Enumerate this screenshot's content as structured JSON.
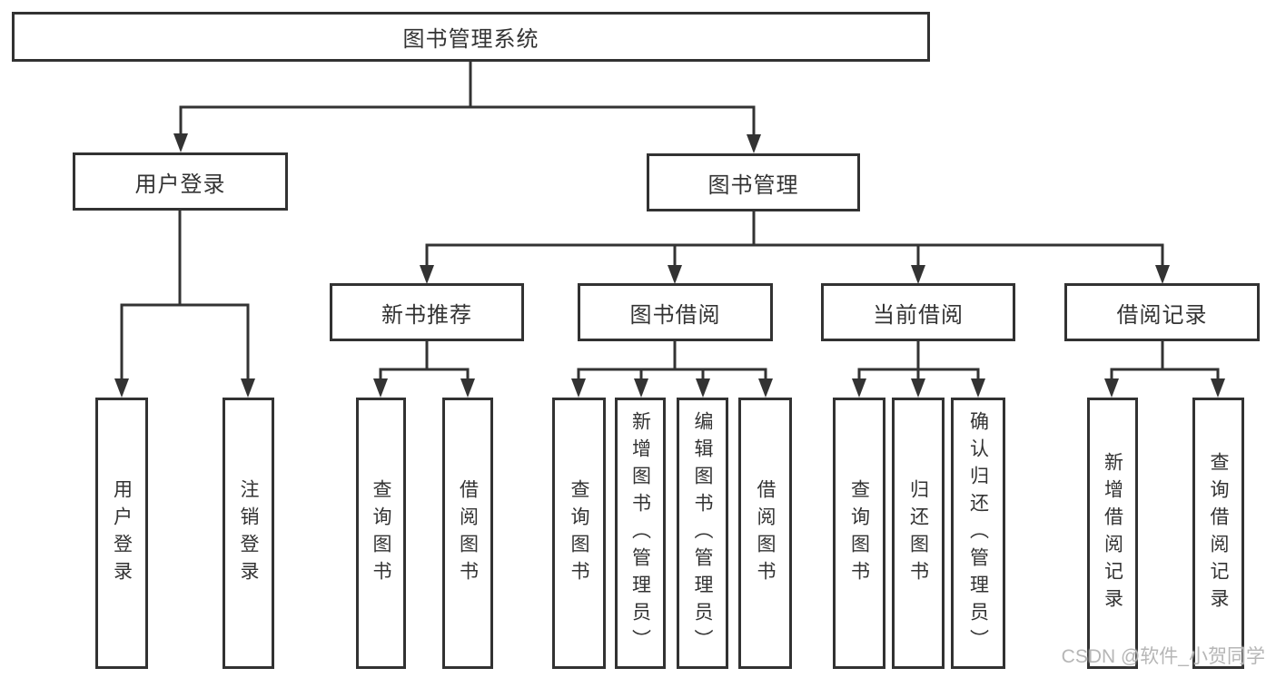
{
  "tree": {
    "root": "图书管理系统",
    "branches": [
      {
        "label": "用户登录",
        "leaves": [
          "用户登录",
          "注销登录"
        ]
      },
      {
        "label": "图书管理",
        "children": [
          {
            "label": "新书推荐",
            "leaves": [
              "查询图书",
              "借阅图书"
            ]
          },
          {
            "label": "图书借阅",
            "leaves": [
              "查询图书",
              "新增图书（管理员）",
              "编辑图书（管理员）",
              "借阅图书"
            ]
          },
          {
            "label": "当前借阅",
            "leaves": [
              "查询图书",
              "归还图书",
              "确认归还（管理员）"
            ]
          },
          {
            "label": "借阅记录",
            "leaves": [
              "新增借阅记录",
              "查询借阅记录"
            ]
          }
        ]
      }
    ]
  },
  "watermark": "CSDN @软件_小贺同学",
  "colors": {
    "line": "#333333",
    "box_border": "#323232",
    "text": "#333333",
    "watermark": "#b6b6b6",
    "background": "#ffffff"
  }
}
